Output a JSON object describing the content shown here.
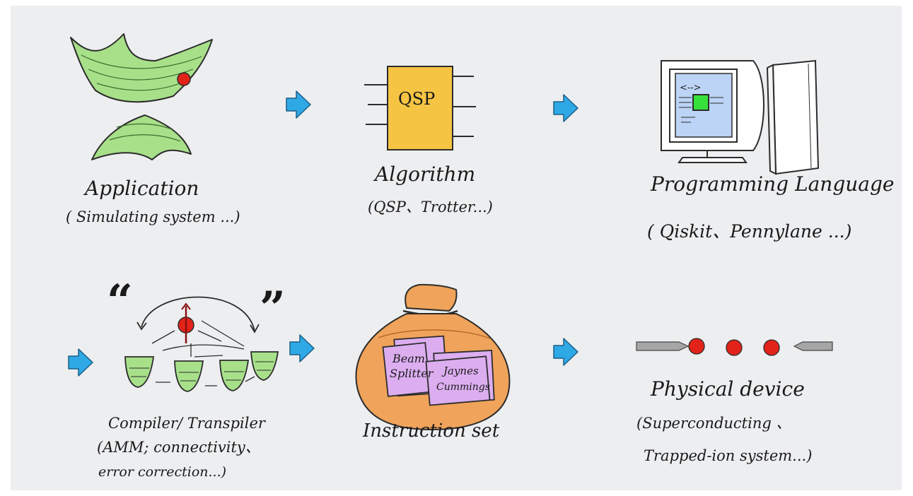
{
  "steps": [
    {
      "title": "Application",
      "subtitle": "( Simulating system ...)"
    },
    {
      "title": "Algorithm",
      "subtitle": "(QSP、Trotter...)",
      "chip_label": "QSP"
    },
    {
      "title": "Programming Language",
      "subtitle": "( Qiskit、Pennylane ...)",
      "screen_symbol": "<-->"
    },
    {
      "title": "Compiler/ Transpiler",
      "subtitle_line1": "(AMM; connectivity、",
      "subtitle_line2": "error correction...)",
      "quote_open": "“",
      "quote_close": "”"
    },
    {
      "title": "Instruction set",
      "card1_line1": "Beam",
      "card1_line2": "Splitter",
      "card2_line1": "Jaynes",
      "card2_line2": "Cummings"
    },
    {
      "title": "Physical device",
      "subtitle_line1": "(Superconducting 、",
      "subtitle_line2": "Trapped-ion system...)"
    }
  ],
  "colors": {
    "background": "#edeef0",
    "arrow": "#2fa8e6",
    "green": "#a8e08a",
    "chip": "#f5c443",
    "bag": "#f0a35a",
    "card": "#dcaef0",
    "red": "#e2231a"
  }
}
